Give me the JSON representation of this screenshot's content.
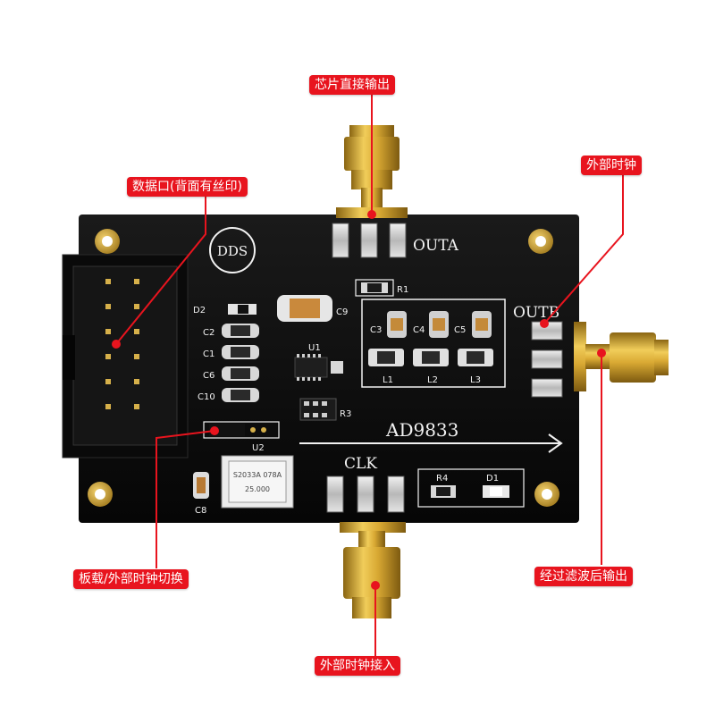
{
  "callouts": {
    "chip_direct_output": "芯片直接输出",
    "data_port": "数据口(背面有丝印)",
    "external_clock": "外部时钟",
    "board_external_switch": "板载/外部时钟切换",
    "filtered_output": "经过滤波后输出",
    "external_clock_input": "外部时钟接入"
  },
  "board": {
    "logo": "DDS",
    "title": "AD9833",
    "labels": {
      "outa": "OUTA",
      "outb": "OUTB",
      "clk": "CLK",
      "u1": "U1",
      "u2": "U2",
      "d2": "D2",
      "c9": "C9",
      "r1": "R1",
      "c2": "C2",
      "c1": "C1",
      "c6": "C6",
      "c10": "C10",
      "c3": "C3",
      "c4": "C4",
      "c5": "C5",
      "l1": "L1",
      "l2": "L2",
      "l3": "L3",
      "r3": "R3",
      "c8": "C8",
      "r4": "R4",
      "d1": "D1"
    },
    "oscillator": {
      "line1": "S2033A 078A",
      "line2": "25.000"
    }
  },
  "colors": {
    "callout_red": "#e8141e",
    "pcb_black": "#101010",
    "gold": "#d4a52a"
  }
}
